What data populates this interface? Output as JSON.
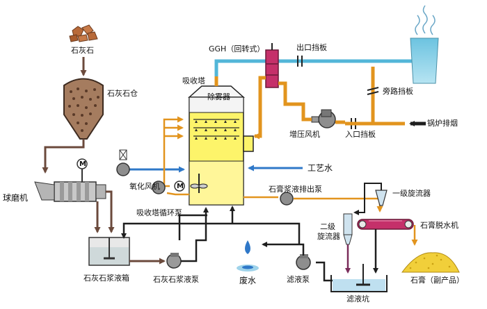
{
  "labels": {
    "limestone": "石灰石",
    "limestone_silo": "石灰石仓",
    "ball_mill": "球磨机",
    "oxidation_fan": "氧化风机",
    "absorber": "吸收塔",
    "demister": "除雾器",
    "ggh": "GGH（回转式）",
    "outlet_damper": "出口挡板",
    "bypass_damper": "旁路挡板",
    "booster_fan": "增压风机",
    "inlet_damper": "入口挡板",
    "boiler_flue_gas": "锅炉排烟",
    "process_water": "工艺水",
    "absorber_recirc_pump": "吸收塔循环泵",
    "gypsum_discharge_pump": "石膏浆液排出泵",
    "primary_cyclone": "一级旋流器",
    "secondary_cyclone_line1": "二级",
    "secondary_cyclone_line2": "旋流器",
    "gypsum_dewatering": "石膏脱水机",
    "limestone_slurry_tank": "石灰石浆液箱",
    "limestone_slurry_pump": "石灰石浆液泵",
    "waste_water": "废水",
    "filtrate_pump": "滤液泵",
    "filtrate_pit": "滤液坑",
    "gypsum_byproduct": "石膏（副产品）",
    "motor_symbol": "M"
  },
  "colors": {
    "flue_gas": "#52b6d8",
    "hot_gas": "#e2941e",
    "absorber_fill": "#fdf46a",
    "slurry": "#6b4a3c",
    "water_blue": "#2f78c8",
    "dark": "#1e1e1e",
    "stack": "#8fd0e6",
    "ggh": "#c5306a",
    "gypsum": "#f1cf3a",
    "equipment": "#8e8e8e"
  },
  "icons": [
    "limestone-rocks-icon",
    "motor-icon",
    "pump-icon",
    "fan-icon",
    "damper-icon",
    "water-drop-icon",
    "steam-icon"
  ]
}
